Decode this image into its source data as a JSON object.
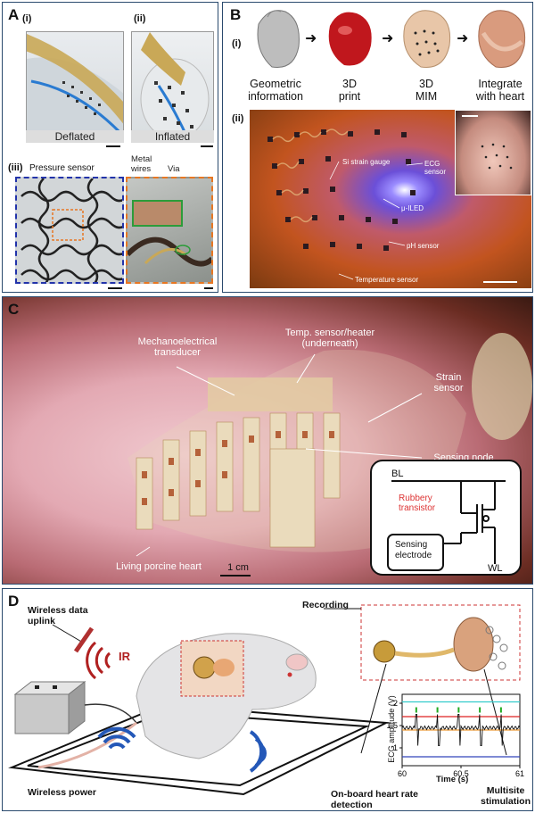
{
  "panelA": {
    "label": "A",
    "sub_i": "(i)",
    "sub_ii": "(ii)",
    "sub_iii": "(iii)",
    "cap_deflated": "Deflated",
    "cap_inflated": "Inflated",
    "pressure_sensor": "Pressure sensor",
    "metal_wires": "Metal\nwires",
    "via": "Via"
  },
  "panelB": {
    "label": "B",
    "sub_i": "(i)",
    "sub_ii": "(ii)",
    "steps": [
      "Geometric\ninformation",
      "3D\nprint",
      "3D\nMIM",
      "Integrate\nwith heart"
    ],
    "sensors": {
      "si_strain": "Si strain gauge",
      "ecg": "ECG\nsensor",
      "uiled": "μ-ILED",
      "ph": "pH sensor",
      "temp": "Temperature sensor"
    }
  },
  "panelC": {
    "label": "C",
    "mech": "Mechanoelectrical\ntransducer",
    "temp": "Temp. sensor/heater\n(underneath)",
    "strain": "Strain\nsensor",
    "node": "Sensing node",
    "heart": "Living porcine heart",
    "scale": "1 cm",
    "circuit": {
      "bl": "BL",
      "wl": "WL",
      "rubbery": "Rubbery\ntransistor",
      "electrode": "Sensing\nelectrode"
    }
  },
  "panelD": {
    "label": "D",
    "uplink": "Wireless data\nuplink",
    "ir": "IR",
    "power": "Wireless power",
    "recording": "Recording",
    "onboard": "On-board heart rate\ndetection",
    "multisite": "Multisite\nstimulation"
  },
  "chart_data": {
    "type": "line",
    "xlabel": "Time (s)",
    "ylabel": "ECG amplitude (V)",
    "xlim": [
      60,
      61
    ],
    "ylim": [
      0.6,
      2.2
    ],
    "xticks": [
      "60",
      "60.5",
      "61"
    ],
    "yticks": [
      "1",
      "1.5",
      "2"
    ],
    "series": [
      {
        "color": "#111111",
        "baseline": 1.45,
        "spike_peaks": 1.75,
        "spike_troughs": 1.05,
        "spike_times": [
          60.12,
          60.3,
          60.48,
          60.66,
          60.84
        ]
      },
      {
        "color": "#33cccc",
        "level": 2.03
      },
      {
        "color": "#dd2222",
        "level": 1.7
      },
      {
        "color": "#ee9933",
        "level": 1.4
      },
      {
        "color": "#3344bb",
        "level": 0.8
      }
    ],
    "markers": {
      "color": "#22aa22",
      "times": [
        60.12,
        60.3,
        60.48,
        60.66,
        60.84
      ],
      "level": 1.85
    }
  }
}
